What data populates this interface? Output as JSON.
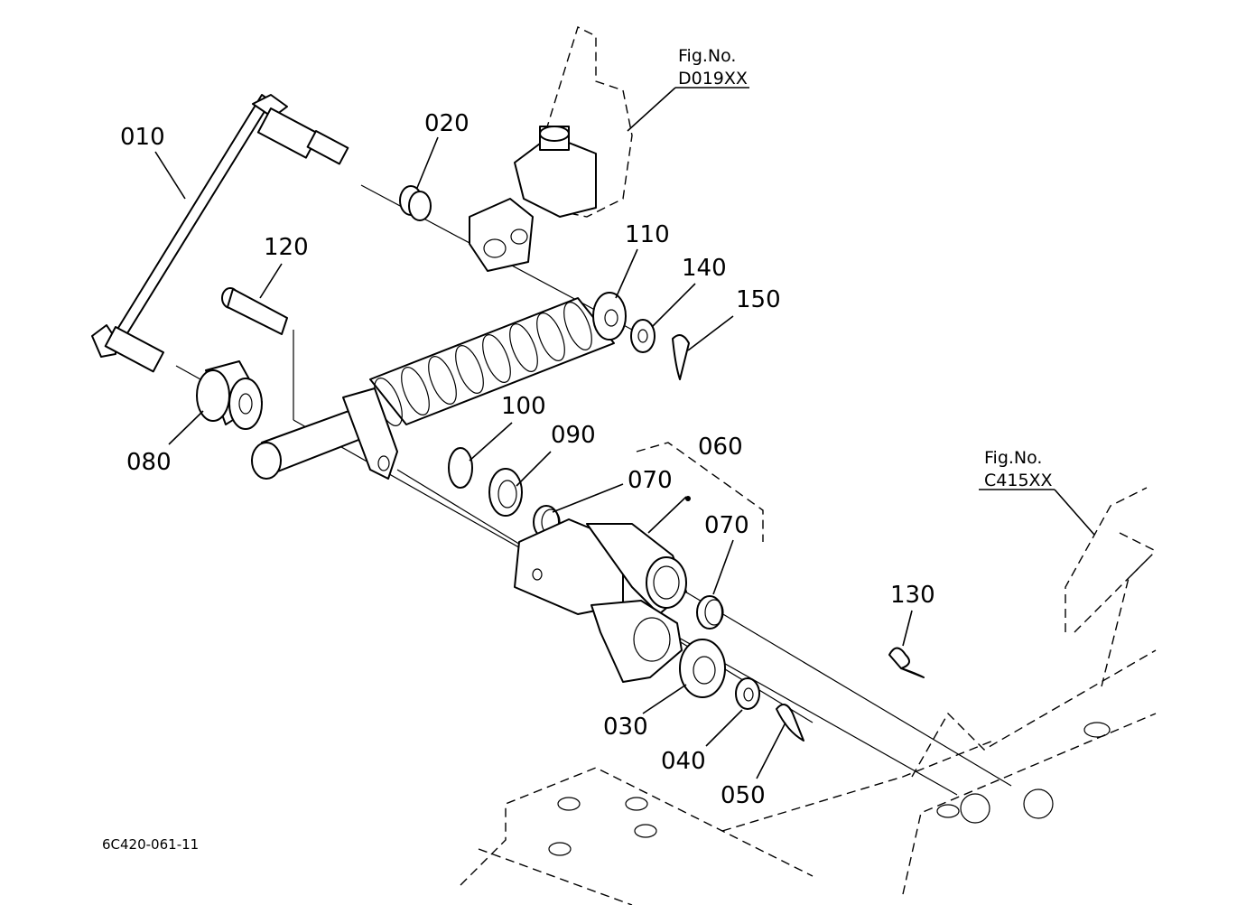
{
  "part_labels": [
    "010",
    "020",
    "120",
    "110",
    "140",
    "150",
    "080",
    "100",
    "090",
    "060",
    "070",
    "070",
    "030",
    "040",
    "050",
    "130"
  ],
  "references": [
    {
      "line1": "Fig.No.",
      "line2": "D019XX"
    },
    {
      "line1": "Fig.No.",
      "line2": "C415XX"
    }
  ],
  "diagram_code": "6C420-061-11"
}
